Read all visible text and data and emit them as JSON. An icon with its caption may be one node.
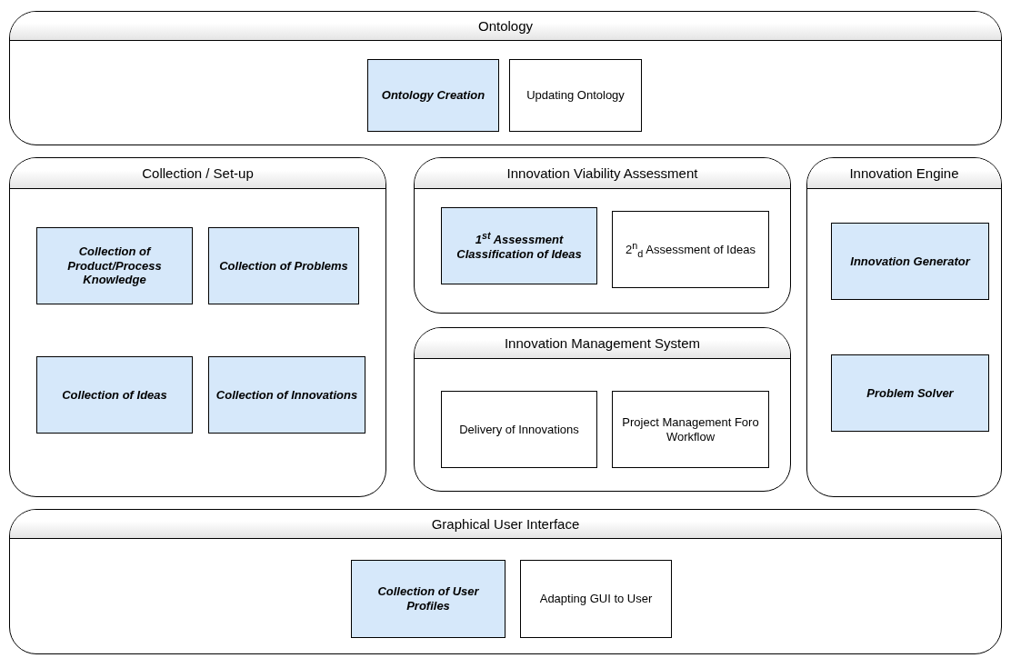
{
  "diagram": {
    "nodes": [
      {
        "text": [
          "Ontology"
        ]
      },
      {
        "text": [
          "Ontology Creation"
        ],
        "in": 0
      },
      {
        "text": [
          "Updating Ontology"
        ],
        "in": 0
      },
      {
        "text": [
          "Collection / Set-up"
        ]
      },
      {
        "text": [
          "Collection of Product/Process Knowledge"
        ],
        "in": 3
      },
      {
        "text": [
          "Collection of Problems"
        ],
        "in": 3
      },
      {
        "text": [
          "Collection of Ideas"
        ],
        "in": 3
      },
      {
        "text": [
          "Collection of Innovations"
        ],
        "in": 3
      },
      {
        "text": [
          "Innovation Viability Assessment"
        ]
      },
      {
        "text": [
          "1$^{st}$ Assessment Classification of Ideas"
        ],
        "in": 8
      },
      {
        "text": [
          "2$^{n}$$_{d}$ Assessment of Ideas"
        ],
        "in": 8
      },
      {
        "text": [
          "Innovation Engine"
        ]
      },
      {
        "text": [
          "Innovation Generator"
        ],
        "in": 11
      },
      {
        "text": [
          "Problem Solver"
        ],
        "in": 11
      },
      {
        "text": [
          "Innovation Management System"
        ]
      },
      {
        "text": [
          "Delivery of Innovations"
        ],
        "in": 14
      },
      {
        "text": [
          "Project Management Foro Workflow"
        ],
        "in": 14
      },
      {
        "text": [
          "Graphical User Interface"
        ]
      },
      {
        "text": [
          "Collection of User Profiles"
        ],
        "in": 17
      },
      {
        "text": [
          "Adapting GUI to User"
        ],
        "in": 17
      }
    ]
  }
}
